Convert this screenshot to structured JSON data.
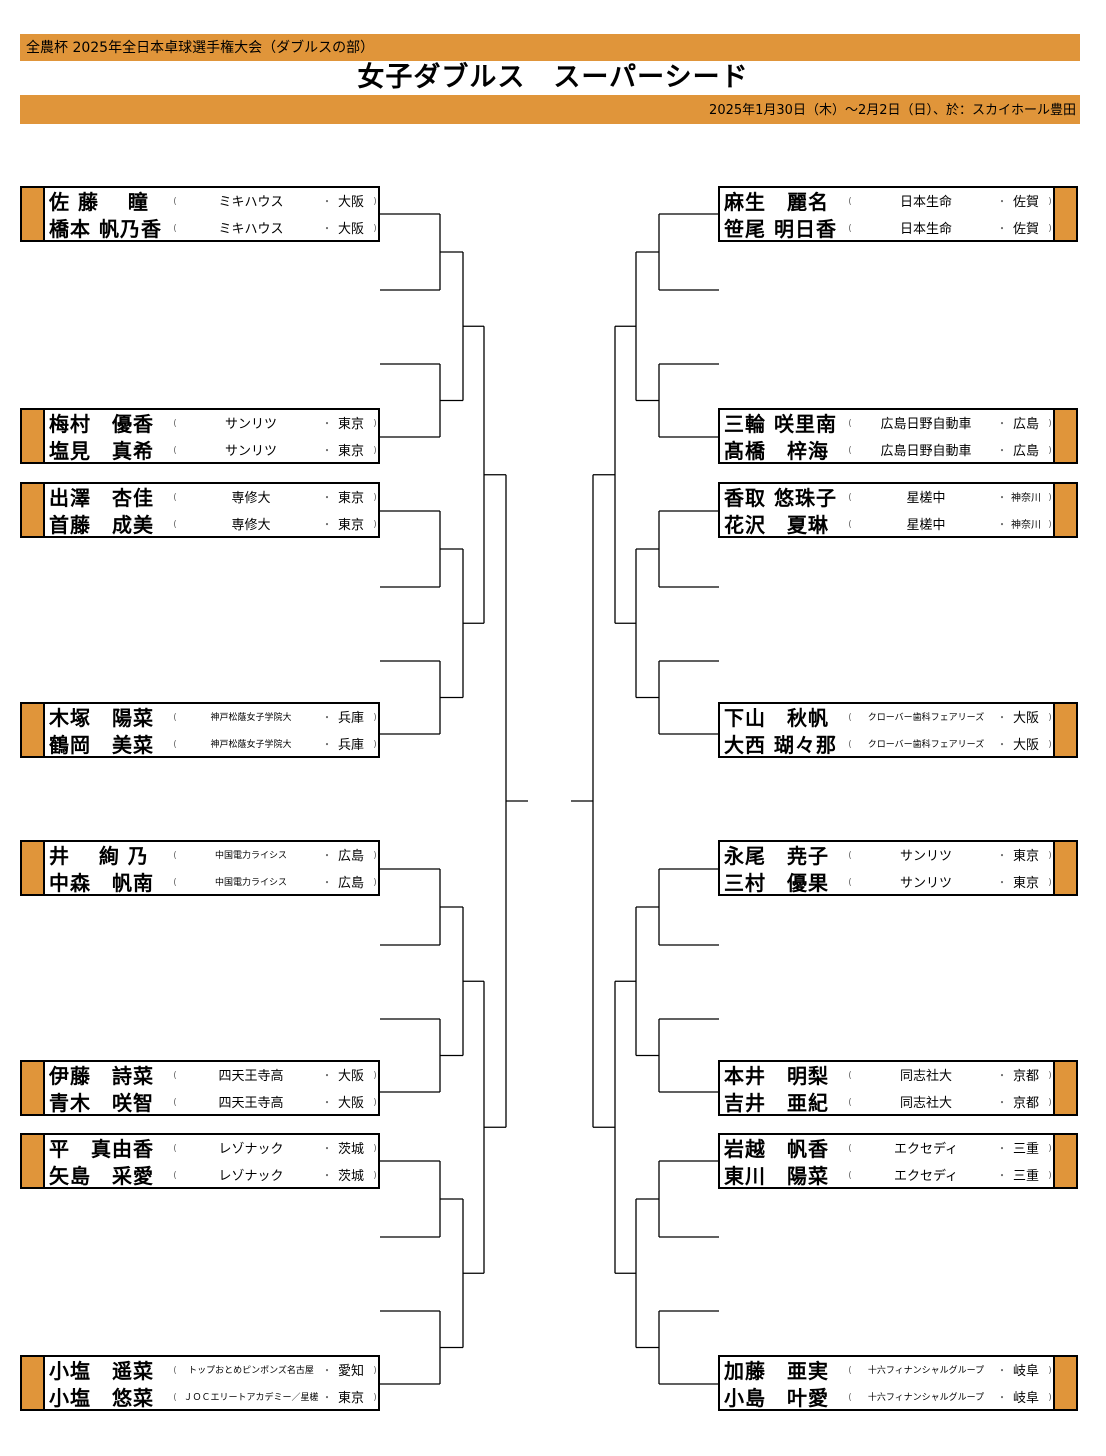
{
  "header": {
    "event_name": "全農杯 2025年全日本卓球選手権大会（ダブルスの部）",
    "title": "女子ダブルス　スーパーシード",
    "dates": "2025年1月30日（木）～2月2日（日）、於：スカイホール豊田"
  },
  "labels": {
    "open": "(",
    "sep": "・",
    "close": ")"
  },
  "teams": {
    "left": [
      {
        "p1": "佐 藤　 瞳",
        "p2": "橋本 帆乃香",
        "club": "ミキハウス",
        "pref": "大阪"
      },
      {
        "p1": "梅村　優香",
        "p2": "塩見　真希",
        "club": "サンリツ",
        "pref": "東京"
      },
      {
        "p1": "出澤　杏佳",
        "p2": "首藤　成美",
        "club": "専修大",
        "pref": "東京"
      },
      {
        "p1": "木塚　陽菜",
        "p2": "鶴岡　美菜",
        "club": "神戸松蔭女子学院大",
        "pref": "兵庫"
      },
      {
        "p1": "井　 絢 乃",
        "p2": "中森　帆南",
        "club": "中国電力ライシス",
        "pref": "広島"
      },
      {
        "p1": "伊藤　詩菜",
        "p2": "青木　咲智",
        "club": "四天王寺高",
        "pref": "大阪"
      },
      {
        "p1": "平　真由香",
        "p2": "矢島　采愛",
        "club": "レゾナック",
        "pref": "茨城"
      },
      {
        "p1": "小塩　遥菜",
        "p2": "小塩　悠菜",
        "club": "トップおとめピンポンズ名古屋",
        "pref": "愛知",
        "club2": "ＪＯＣエリートアカデミー／星槎",
        "pref2": "東京"
      }
    ],
    "right": [
      {
        "p1": "麻生　麗名",
        "p2": "笹尾 明日香",
        "club": "日本生命",
        "pref": "佐賀"
      },
      {
        "p1": "三輪 咲里南",
        "p2": "髙橋　梓海",
        "club": "広島日野自動車",
        "pref": "広島"
      },
      {
        "p1": "香取 悠珠子",
        "p2": "花沢　夏琳",
        "club": "星槎中",
        "pref": "神奈川"
      },
      {
        "p1": "下山　秋帆",
        "p2": "大西 瑚々那",
        "club": "クローバー歯科フェアリーズ",
        "pref": "大阪"
      },
      {
        "p1": "永尾　尭子",
        "p2": "三村　優果",
        "club": "サンリツ",
        "pref": "東京"
      },
      {
        "p1": "本井　明梨",
        "p2": "吉井　亜紀",
        "club": "同志社大",
        "pref": "京都"
      },
      {
        "p1": "岩越　帆香",
        "p2": "東川　陽菜",
        "club": "エクセディ",
        "pref": "三重"
      },
      {
        "p1": "加藤　亜実",
        "p2": "小島　叶愛",
        "club": "十六フィナンシャルグループ",
        "pref": "岐阜"
      }
    ]
  }
}
